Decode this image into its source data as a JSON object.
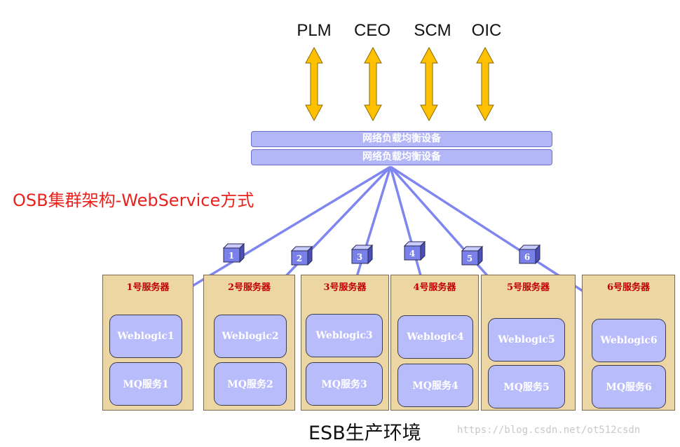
{
  "systems": [
    "PLM",
    "CEO",
    "SCM",
    "OIC"
  ],
  "load_balancers": [
    "网络负载均衡设备",
    "网络负载均衡设备"
  ],
  "title": "OSB集群架构-WebService方式",
  "servers": [
    {
      "name": "1号服务器",
      "weblogic": "Weblogic1",
      "mq": "MQ服务1",
      "cube": "1"
    },
    {
      "name": "2号服务器",
      "weblogic": "Weblogic2",
      "mq": "MQ服务2",
      "cube": "2"
    },
    {
      "name": "3号服务器",
      "weblogic": "Weblogic3",
      "mq": "MQ服务3",
      "cube": "3"
    },
    {
      "name": "4号服务器",
      "weblogic": "Weblogic4",
      "mq": "MQ服务4",
      "cube": "4"
    },
    {
      "name": "5号服务器",
      "weblogic": "Weblogic5",
      "mq": "MQ服务5",
      "cube": "5"
    },
    {
      "name": "6号服务器",
      "weblogic": "Weblogic6",
      "mq": "MQ服务6",
      "cube": "6"
    }
  ],
  "footer_title": "ESB生产环境",
  "watermark": "https://blog.csdn.net/ot512csdn",
  "colors": {
    "arrow_fill": "#ffc000",
    "arrow_stroke": "#8a6a00",
    "connector_line": "#7f86f0",
    "server_box": "#ecd6a4",
    "component_box": "#b9bcfb",
    "server_label": "#c00000",
    "title_red": "#e8231e"
  }
}
